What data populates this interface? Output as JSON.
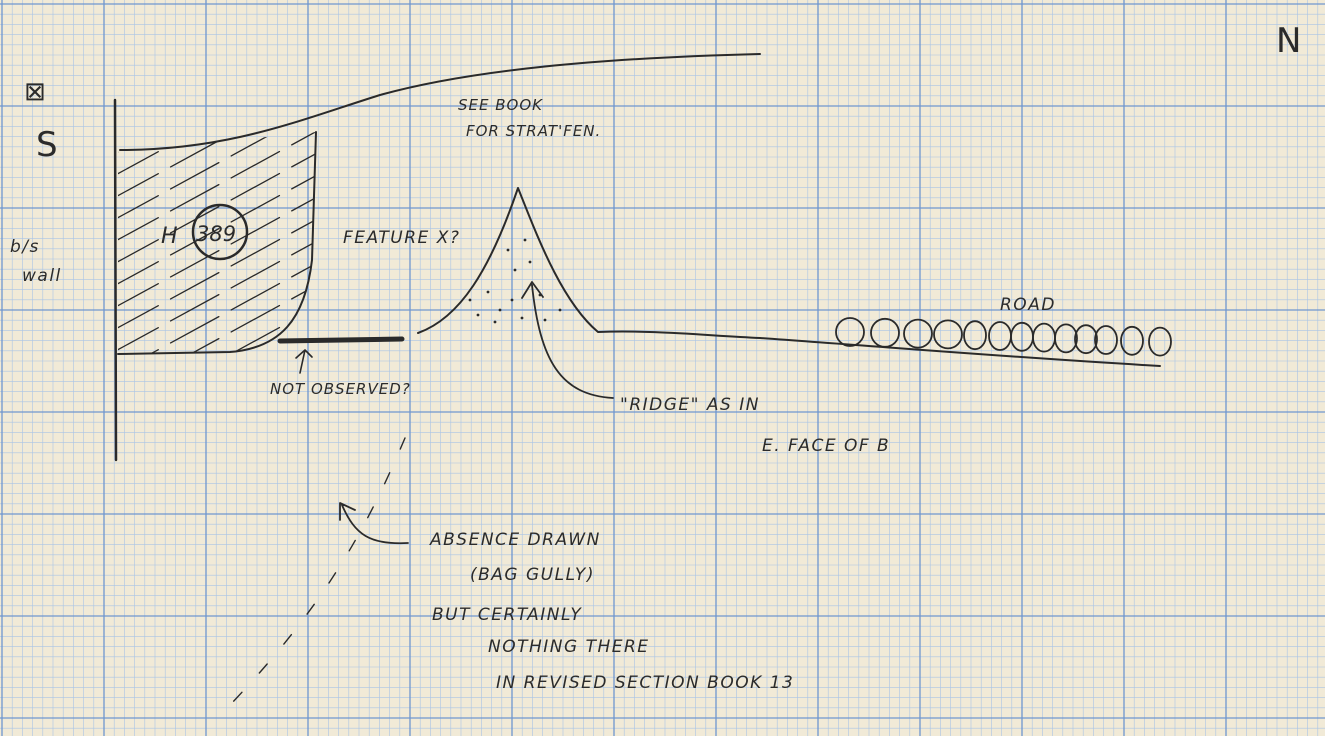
{
  "compass": {
    "north": "N",
    "south": "S",
    "mark": "⊠"
  },
  "labels": {
    "wall": [
      "b/s",
      "wall"
    ],
    "feature_id": "389",
    "feature_prefix": "H",
    "see_book": [
      "SEE BOOK",
      "FOR STRAT'FEN."
    ],
    "feature_x": "FEATURE X?",
    "not_observed": "NOT OBSERVED?",
    "ridge_note": [
      "\"RIDGE\" AS IN",
      "E. FACE OF B"
    ],
    "road": "ROAD",
    "absence_note": [
      "ABSENCE DRAWN",
      "(BAG GULLY)",
      "BUT CERTAINLY",
      "NOTHING THERE",
      "IN REVISED SECTION BOOK 13"
    ]
  },
  "colors": {
    "paper": "#f1ead7",
    "grid_minor": "#a9c4e6",
    "grid_major": "#6f96cf",
    "ink": "#2a2a2a"
  }
}
